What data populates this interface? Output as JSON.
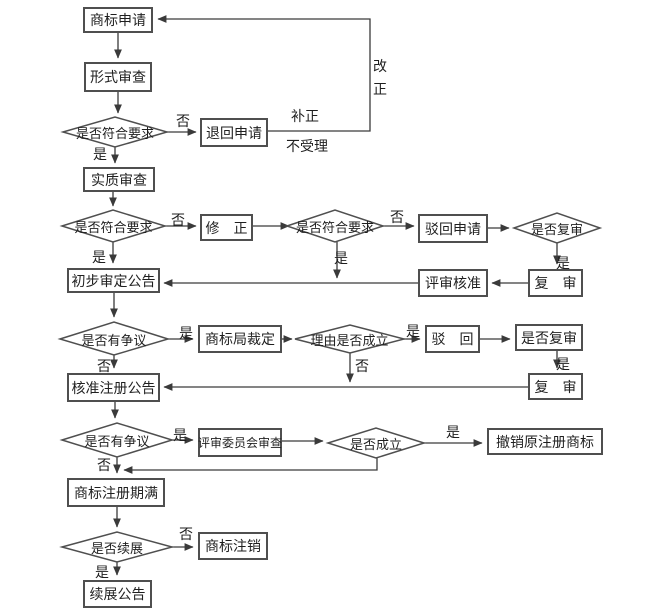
{
  "flowchart": {
    "nodes": {
      "trademark_application": "商标申请",
      "formal_examination": "形式审查",
      "meets_requirements_1": "是否符合要求",
      "return_application": "退回申请",
      "substantive_examination": "实质审查",
      "meets_requirements_2": "是否符合要求",
      "amendment": "修　正",
      "meets_requirements_3": "是否符合要求",
      "reject_application": "驳回申请",
      "whether_reexamine_1": "是否复审",
      "reexamination_1": "复　审",
      "review_approval": "评审核准",
      "preliminary_approval_announcement": "初步审定公告",
      "dispute_1": "是否有争议",
      "trademark_office_ruling": "商标局裁定",
      "reason_valid": "理由是否成立",
      "rejection": "驳　回",
      "whether_reexamine_2": "是否复审",
      "reexamination_2": "复　审",
      "approved_registration_announcement": "核准注册公告",
      "dispute_2": "是否有争议",
      "review_committee_examination": "评审委员会审查",
      "whether_valid": "是否成立",
      "revoke_original_trademark": "撤销原注册商标",
      "registration_expiry": "商标注册期满",
      "whether_renew": "是否续展",
      "trademark_cancellation": "商标注销",
      "renewal_announcement": "续展公告"
    },
    "labels": {
      "yes": "是",
      "no": "否",
      "correction": "补正",
      "not_accepted": "不受理",
      "rectification": "改正"
    },
    "colors": {
      "line": "#3a3a3a",
      "border": "#4f4f4f",
      "background": "#ffffff",
      "text": "#1f1f1f"
    }
  }
}
